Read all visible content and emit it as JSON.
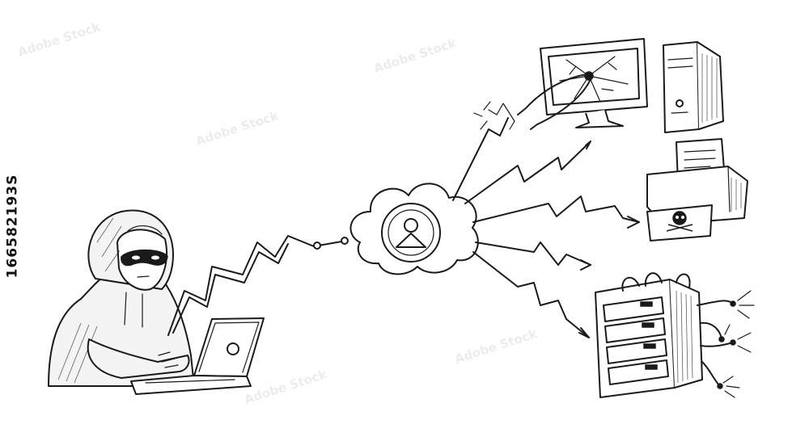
{
  "image": {
    "stock_id": "166582193S",
    "watermark_text": "Adobe Stock"
  },
  "scene": {
    "hacker": {
      "name": "hooded hacker with mask at laptop"
    },
    "cloud": {
      "name": "cloud network hub with user icon"
    },
    "targets": [
      "cracked monitor",
      "desktop tower",
      "infected printer",
      "sparking server rack"
    ]
  }
}
